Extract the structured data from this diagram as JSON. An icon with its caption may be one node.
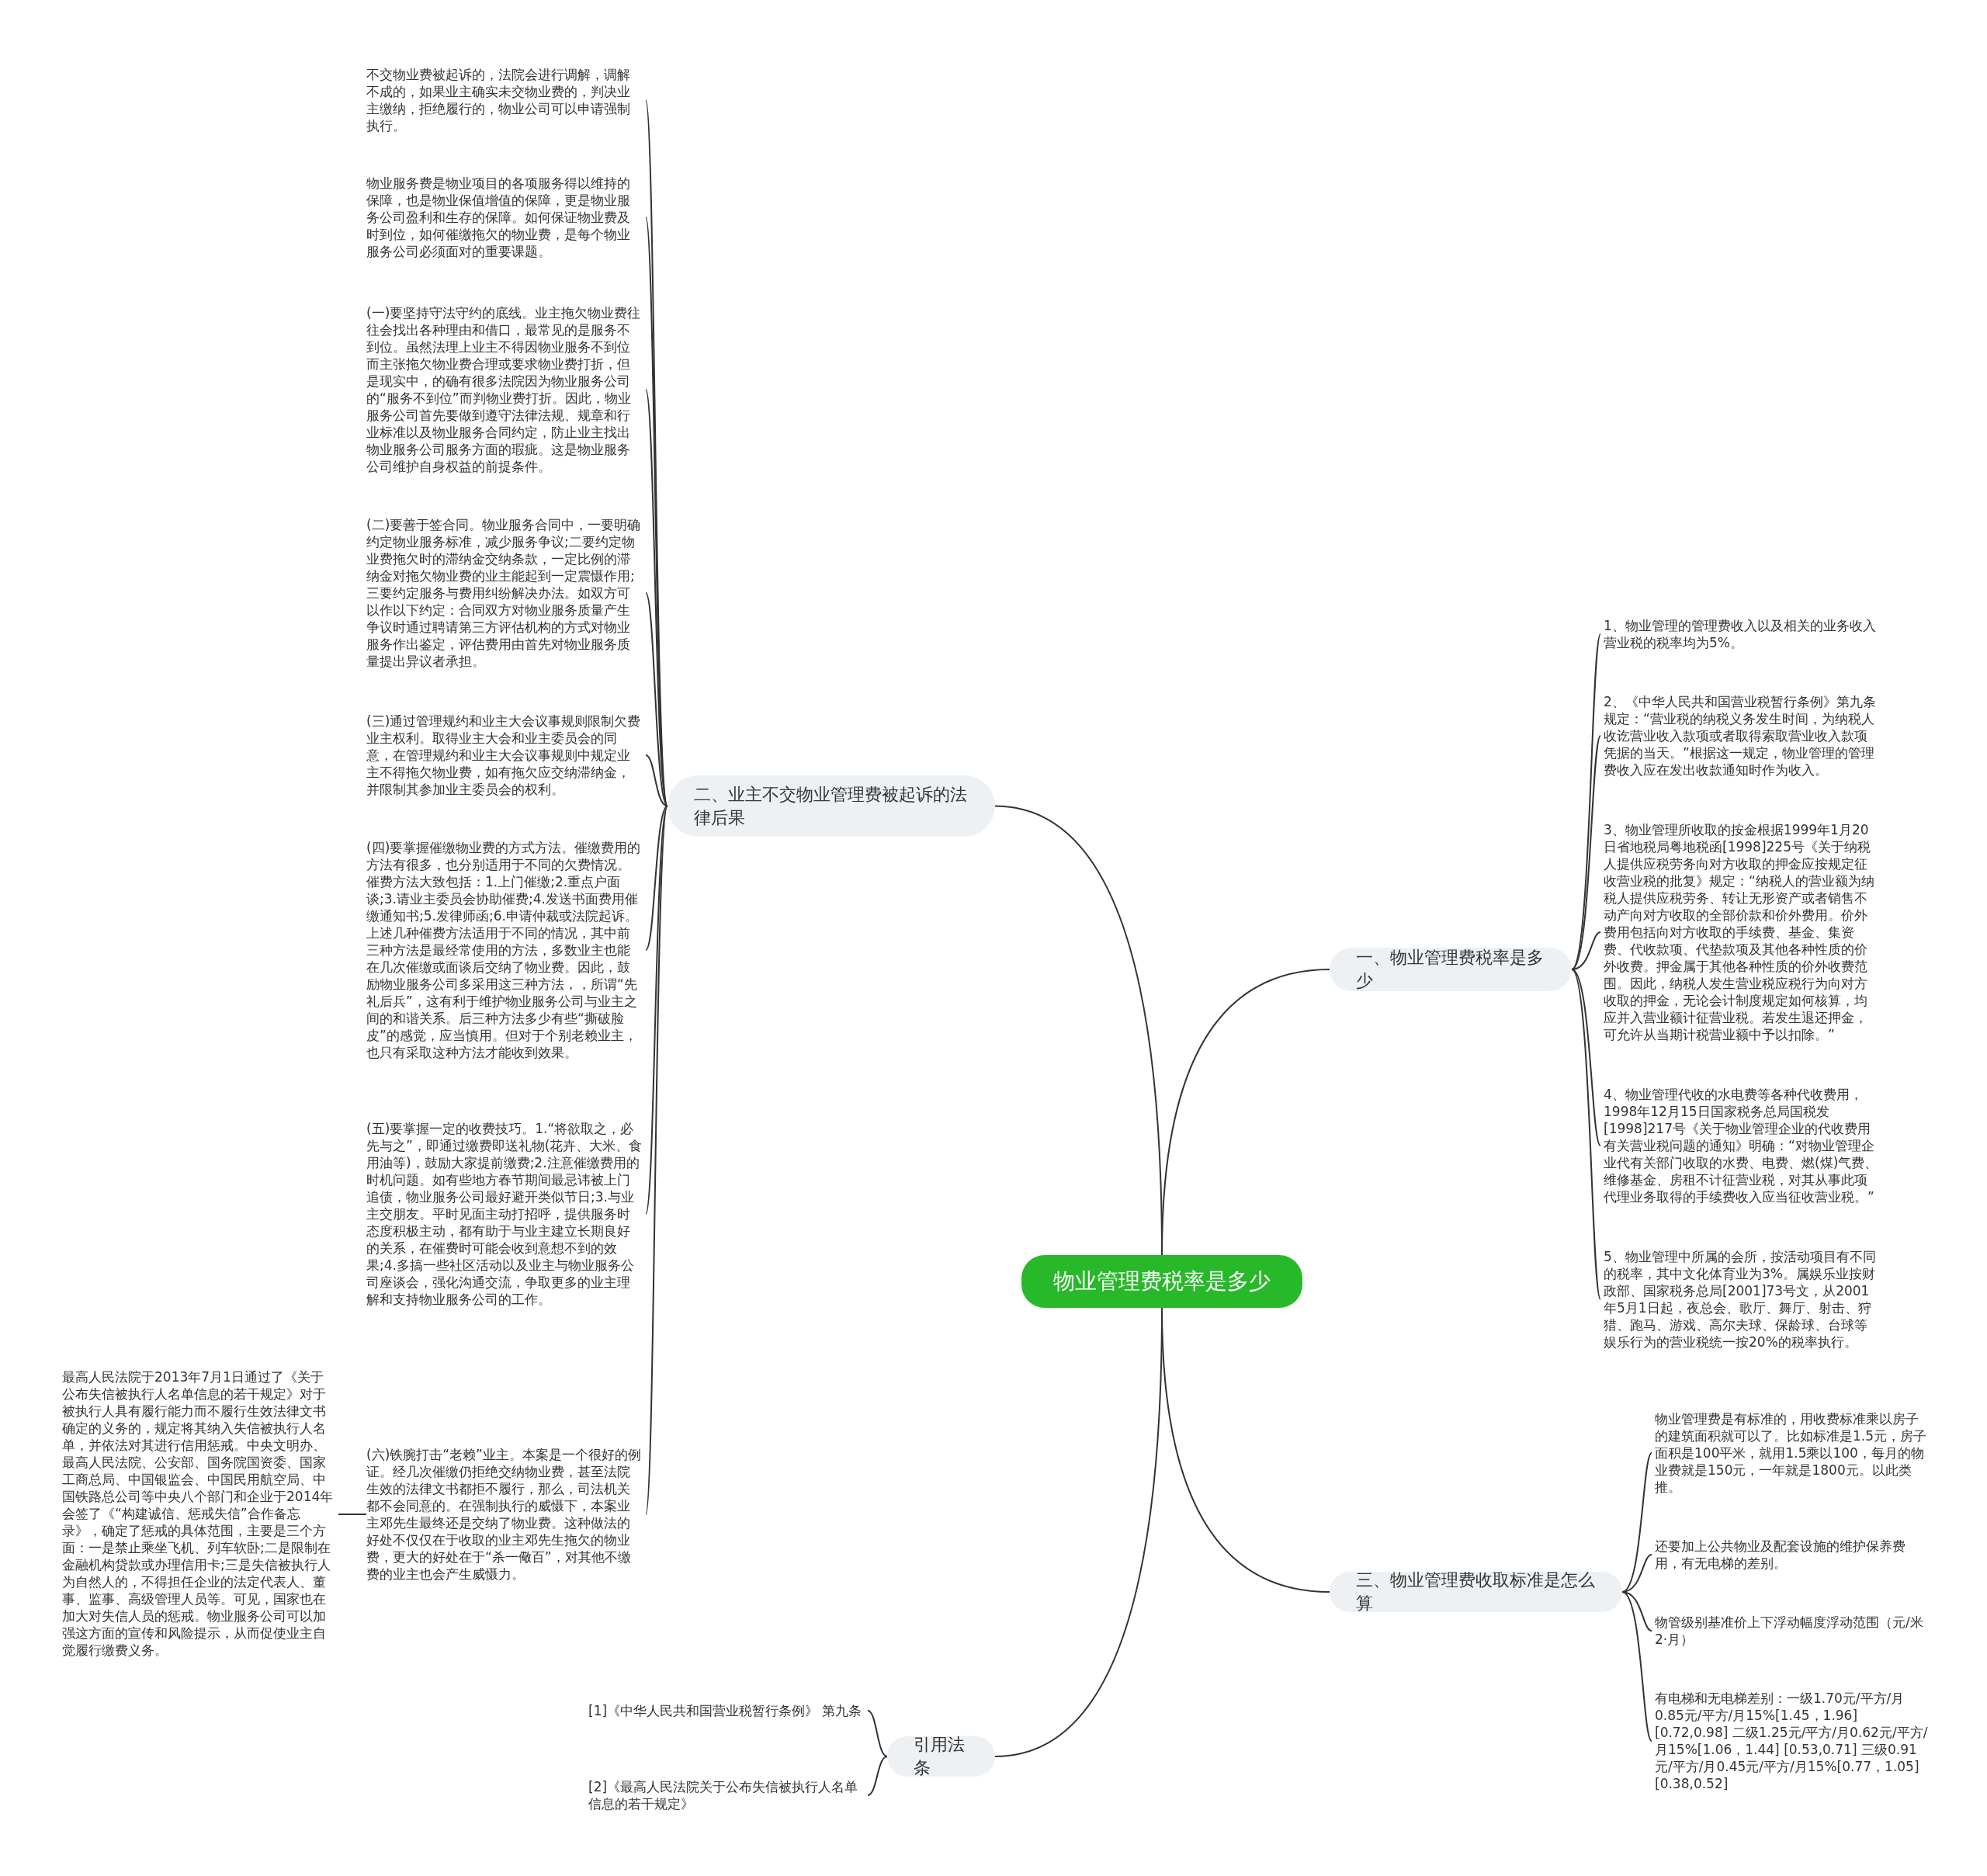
{
  "diagram": {
    "nodes": [
      {
        "text": [
          "物业管理费税率是多少"
        ]
      },
      {
        "text": [
          "二、业主不交物业管理费被起诉的法律后果"
        ]
      },
      {
        "text": [
          "不交物业费被起诉的，法院会进行调解，调解不成的，如果业主确实未交物业费的，判决业主缴纳，拒绝履行的，物业公司可以申请强制执行。"
        ]
      },
      {
        "text": [
          "物业服务费是物业项目的各项服务得以维持的保障，也是物业保值增值的保障，更是物业服务公司盈利和生存的保障。如何保证物业费及时到位，如何催缴拖欠的物业费，是每个物业服务公司必须面对的重要课题。"
        ]
      },
      {
        "text": [
          "(一)要坚持守法守约的底线。业主拖欠物业费往往会找出各种理由和借口，最常见的是服务不到位。虽然法理上业主不得因物业服务不到位而主张拖欠物业费合理或要求物业费打折，但是现实中，的确有很多法院因为物业服务公司的“服务不到位”而判物业费打折。因此，物业服务公司首先要做到遵守法律法规、规章和行业标准以及物业服务合同约定，防止业主找出物业服务公司服务方面的瑕疵。这是物业服务公司维护自身权益的前提条件。"
        ]
      },
      {
        "text": [
          "(二)要善于签合同。物业服务合同中，一要明确约定物业服务标准，减少服务争议;二要约定物业费拖欠时的滞纳金交纳条款，一定比例的滞纳金对拖欠物业费的业主能起到一定震慑作用;三要约定服务与费用纠纷解决办法。如双方可以作以下约定：合同双方对物业服务质量产生争议时通过聘请第三方评估机构的方式对物业服务作出鉴定，评估费用由首先对物业服务质量提出异议者承担。"
        ]
      },
      {
        "text": [
          "(三)通过管理规约和业主大会议事规则限制欠费业主权利。取得业主大会和业主委员会的同意，在管理规约和业主大会议事规则中规定业主不得拖欠物业费，如有拖欠应交纳滞纳金，并限制其参加业主委员会的权利。"
        ]
      },
      {
        "text": [
          "(四)要掌握催缴物业费的方式方法。催缴费用的方法有很多，也分别适用于不同的欠费情况。催费方法大致包括：1.上门催缴;2.重点户面谈;3.请业主委员会协助催费;4.发送书面费用催缴通知书;5.发律师函;6.申请仲裁或法院起诉。上述几种催费方法适用于不同的情况，其中前三种方法是最经常使用的方法，多数业主也能在几次催缴或面谈后交纳了物业费。因此，鼓励物业服务公司多采用这三种方法，，所谓“先礼后兵”，这有利于维护物业服务公司与业主之间的和谐关系。后三种方法多少有些“撕破脸皮”的感觉，应当慎用。但对于个别老赖业主，也只有采取这种方法才能收到效果。"
        ]
      },
      {
        "text": [
          "(五)要掌握一定的收费技巧。1.“将欲取之，必先与之”，即通过缴费即送礼物(花卉、大米、食用油等)，鼓励大家提前缴费;2.注意催缴费用的时机问题。如有些地方春节期间最忌讳被上门追债，物业服务公司最好避开类似节日;3.与业主交朋友。平时见面主动打招呼，提供服务时态度积极主动，都有助于与业主建立长期良好的关系，在催费时可能会收到意想不到的效果;4.多搞一些社区活动以及业主与物业服务公司座谈会，强化沟通交流，争取更多的业主理解和支持物业服务公司的工作。"
        ]
      },
      {
        "text": [
          "(六)铁腕打击“老赖”业主。本案是一个很好的例证。经几次催缴仍拒绝交纳物业费，甚至法院生效的法律文书都拒不履行，那么，司法机关都不会同意的。在强制执行的威慑下，本案业主邓先生最终还是交纳了物业费。这种做法的好处不仅仅在于收取的业主邓先生拖欠的物业费，更大的好处在于“杀一儆百”，对其他不缴费的业主也会产生威慑力。"
        ]
      },
      {
        "text": [
          "最高人民法院于2013年7月1日通过了《关于公布失信被执行人名单信息的若干规定》对于被执行人具有履行能力而不履行生效法律文书确定的义务的，规定将其纳入失信被执行人名单，并依法对其进行信用惩戒。中央文明办、最高人民法院、公安部、国务院国资委、国家工商总局、中国银监会、中国民用航空局、中国铁路总公司等中央八个部门和企业于2014年会签了《“构建诚信、惩戒失信”合作备忘录》，确定了惩戒的具体范围，主要是三个方面：一是禁止乘坐飞机、列车软卧;二是限制在金融机构贷款或办理信用卡;三是失信被执行人为自然人的，不得担任企业的法定代表人、董事、监事、高级管理人员等。可见，国家也在加大对失信人员的惩戒。物业服务公司可以加强这方面的宣传和风险提示，从而促使业主自觉履行缴费义务。"
        ]
      },
      {
        "text": [
          "一、物业管理费税率是多少"
        ]
      },
      {
        "text": [
          "1、物业管理的管理费收入以及相关的业务收入营业税的税率均为5%。"
        ]
      },
      {
        "text": [
          "2、《中华人民共和国营业税暂行条例》第九条规定：“营业税的纳税义务发生时间，为纳税人收讫营业收入款项或者取得索取营业收入款项凭据的当天。”根据这一规定，物业管理的管理费收入应在发出收款通知时作为收入。"
        ]
      },
      {
        "text": [
          "3、物业管理所收取的按金根据1999年1月20日省地税局粤地税函[1998]225号《关于纳税人提供应税劳务向对方收取的押金应按规定征收营业税的批复》规定：“纳税人的营业额为纳税人提供应税劳务、转让无形资产或者销售不动产向对方收取的全部价款和价外费用。价外费用包括向对方收取的手续费、基金、集资费、代收款项、代垫款项及其他各种性质的价外收费。押金属于其他各种性质的价外收费范围。因此，纳税人发生营业税应税行为向对方收取的押金，无论会计制度规定如何核算，均应并入营业额计征营业税。若发生退还押金，可允许从当期计税营业额中予以扣除。”"
        ]
      },
      {
        "text": [
          "4、物业管理代收的水电费等各种代收费用，1998年12月15日国家税务总局国税发[1998]217号《关于物业管理企业的代收费用有关营业税问题的通知》明确：“对物业管理企业代有关部门收取的水费、电费、燃(煤)气费、维修基金、房租不计征营业税，对其从事此项代理业务取得的手续费收入应当征收营业税。”"
        ]
      },
      {
        "text": [
          "5、物业管理中所属的会所，按活动项目有不同的税率，其中文化体育业为3%。属娱乐业按财政部、国家税务总局[2001]73号文，从2001年5月1日起，夜总会、歌厅、舞厅、射击、狩猎、跑马、游戏、高尔夫球、保龄球、台球等娱乐行为的营业税统一按20%的税率执行。"
        ]
      },
      {
        "text": [
          "三、物业管理费收取标准是怎么算"
        ]
      },
      {
        "text": [
          "物业管理费是有标准的，用收费标准乘以房子的建筑面积就可以了。比如标准是1.5元，房子面积是100平米，就用1.5乘以100，每月的物业费就是150元，一年就是1800元。以此类推。"
        ]
      },
      {
        "text": [
          "还要加上公共物业及配套设施的维护保养费用，有无电梯的差别。"
        ]
      },
      {
        "text": [
          "物管级别基准价上下浮动幅度浮动范围（元/米2·月）"
        ]
      },
      {
        "text": [
          "有电梯和无电梯差别：一级1.70元/平方/月0.85元/平方/月15%[1.45，1.96] [0.72,0.98] 二级1.25元/平方/月0.62元/平方/月15%[1.06，1.44] [0.53,0.71] 三级0.91元/平方/月0.45元/平方/月15%[0.77，1.05][0.38,0.52]"
        ]
      },
      {
        "text": [
          "引用法条"
        ]
      },
      {
        "text": [
          "[1]《中华人民共和国营业税暂行条例》 第九条"
        ]
      },
      {
        "text": [
          "[2]《最高人民法院关于公布失信被执行人名单信息的若干规定》"
        ]
      }
    ],
    "edges": [
      {
        "from": 0,
        "to": 1,
        "arrow": "none"
      },
      {
        "from": 1,
        "to": 2,
        "arrow": "none"
      },
      {
        "from": 1,
        "to": 3,
        "arrow": "none"
      },
      {
        "from": 1,
        "to": 4,
        "arrow": "none"
      },
      {
        "from": 1,
        "to": 5,
        "arrow": "none"
      },
      {
        "from": 1,
        "to": 6,
        "arrow": "none"
      },
      {
        "from": 1,
        "to": 7,
        "arrow": "none"
      },
      {
        "from": 1,
        "to": 8,
        "arrow": "none"
      },
      {
        "from": 1,
        "to": 9,
        "arrow": "none"
      },
      {
        "from": 9,
        "to": 10,
        "arrow": "none"
      },
      {
        "from": 0,
        "to": 11,
        "arrow": "none"
      },
      {
        "from": 11,
        "to": 12,
        "arrow": "none"
      },
      {
        "from": 11,
        "to": 13,
        "arrow": "none"
      },
      {
        "from": 11,
        "to": 14,
        "arrow": "none"
      },
      {
        "from": 11,
        "to": 15,
        "arrow": "none"
      },
      {
        "from": 11,
        "to": 16,
        "arrow": "none"
      },
      {
        "from": 0,
        "to": 17,
        "arrow": "none"
      },
      {
        "from": 17,
        "to": 18,
        "arrow": "none"
      },
      {
        "from": 17,
        "to": 19,
        "arrow": "none"
      },
      {
        "from": 17,
        "to": 20,
        "arrow": "none"
      },
      {
        "from": 17,
        "to": 21,
        "arrow": "none"
      },
      {
        "from": 0,
        "to": 22,
        "arrow": "none"
      },
      {
        "from": 22,
        "to": 23,
        "arrow": "none"
      },
      {
        "from": 22,
        "to": 24,
        "arrow": "none"
      }
    ]
  }
}
